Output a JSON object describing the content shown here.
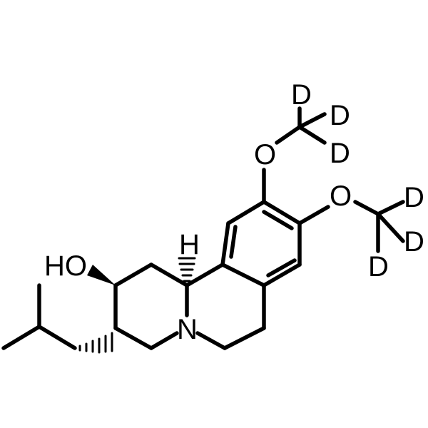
{
  "molecule": {
    "atoms": {
      "hydroxyl": "HO",
      "stereo_hydrogen": "H",
      "nitrogen": "N",
      "oxygen_upper": "O",
      "oxygen_lower": "O",
      "deuterium_1": "D",
      "deuterium_2": "D",
      "deuterium_3": "D",
      "deuterium_4": "D",
      "deuterium_5": "D",
      "deuterium_6": "D"
    }
  }
}
